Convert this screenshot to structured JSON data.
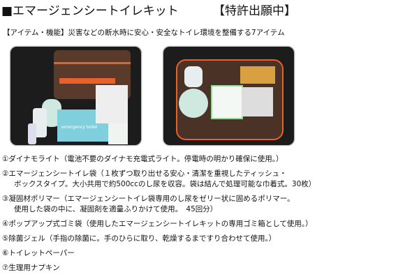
{
  "header": {
    "title": "■エマージェンシートイレキット",
    "badge": "【特許出願中】"
  },
  "intro": "【アイテム・機能】災害などの断水時に安心・安全なトイレ環境を整備する7アイテム",
  "photos": {
    "left_box_label": "emergency toilet",
    "colors": {
      "bag": "#5a3a2a",
      "trim": "#e8602a",
      "box": "#7fd0dc"
    }
  },
  "items": [
    {
      "lines": [
        "①ダイナモライト（電池不要のダイナモ充電式ライト。停電時の明かり確保に使用。）"
      ]
    },
    {
      "lines": [
        "②エマージェンシートイレ袋（１枚ずつ取り出せる安心・清潔を重視したティッシュ・",
        "ボックスタイプ。大小共用で約500ccのし尿を収容。袋は結んで処理可能な巾着式。30枚）"
      ]
    },
    {
      "lines": [
        "③凝固材ポリマー（エマージェンシートイレ袋専用のし尿をゼリー状に固めるポリマー。",
        "使用した袋の中に、凝固剤を適量ふりかけて使用。　45回分）"
      ]
    },
    {
      "lines": [
        "④ポップアップ式ゴミ袋（使用したエマージェンシートイレキットの専用ゴミ箱として使用。）"
      ]
    },
    {
      "lines": [
        "⑤除菌ジェル（手指の除菌に。手のひらに取り、乾燥するまですり合わせて使用。）"
      ]
    },
    {
      "lines": [
        "⑥トイレットペーパー"
      ]
    },
    {
      "lines": [
        "⑦生理用ナプキン"
      ]
    }
  ]
}
